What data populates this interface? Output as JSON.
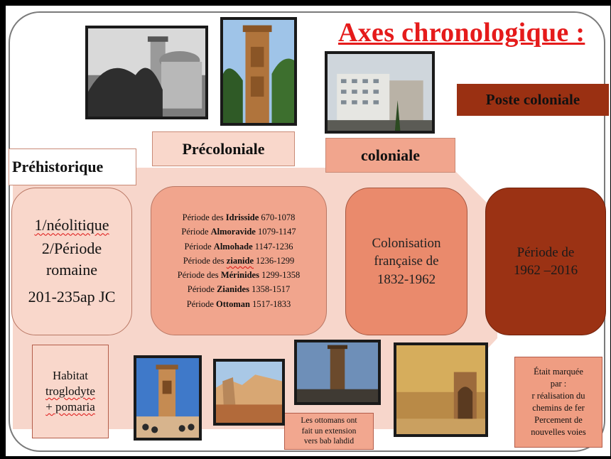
{
  "title": "Axes chronologique :",
  "labels": {
    "prehistorique": "Préhistorique",
    "precoloniale": "Précoloniale",
    "coloniale": "coloniale",
    "poste_coloniale": "Poste coloniale"
  },
  "boxes": {
    "prehistorique": {
      "line1": "1/néolitique",
      "line2": "2/Période",
      "line3": "romaine",
      "line4": "201-235ap JC"
    },
    "precoloniale": [
      {
        "prefix": "Période des ",
        "name": "Idrisside",
        "dates": " 670-1078"
      },
      {
        "prefix": "Période ",
        "name": "Almoravide",
        "dates": " 1079-1147"
      },
      {
        "prefix": "Période ",
        "name": "Almohade",
        "dates": " 1147-1236"
      },
      {
        "prefix": "Période des ",
        "name": "zianide",
        "dates": " 1236-1299"
      },
      {
        "prefix": "Période des ",
        "name": "Mérinides",
        "dates": " 1299-1358"
      },
      {
        "prefix": "Période ",
        "name": "Zianides",
        "dates": " 1358-1517"
      },
      {
        "prefix": "Période ",
        "name": "Ottoman",
        "dates": " 1517-1833"
      }
    ],
    "coloniale": {
      "line1": "Colonisation",
      "line2": "française de",
      "line3": "1832-1962"
    },
    "poste_coloniale": {
      "line1": "Période de",
      "line2": "1962 –2016"
    }
  },
  "notes": {
    "habitat": {
      "line1": "Habitat",
      "line2": "troglodyte",
      "line3": "+ pomaria"
    },
    "ottomans": {
      "line1": "Les ottomans ont",
      "line2": "fait un extension",
      "line3": "vers bab lahdid"
    },
    "marquee": {
      "line1": "Était marquée",
      "line2": "par :",
      "line3": "r réalisation du",
      "line4": "chemins de fer",
      "line5": "Percement de",
      "line6": "nouvelles voies"
    }
  },
  "colors": {
    "title": "#e51b1b",
    "arrow": "#f7d6cb",
    "light_box": "#f9d7cb",
    "mid_box": "#f1a58d",
    "coloniale_box": "#ea8a6c",
    "dark_box": "#9b3214",
    "poste_label": "#9a3012"
  },
  "photos": [
    "mosque-minaret-bw-photo",
    "minaret-tower-photo",
    "colonial-buildings-photo",
    "minaret-courtyard-photo",
    "ruins-wall-photo",
    "minaret-ruins-photo",
    "gate-painting-photo"
  ]
}
